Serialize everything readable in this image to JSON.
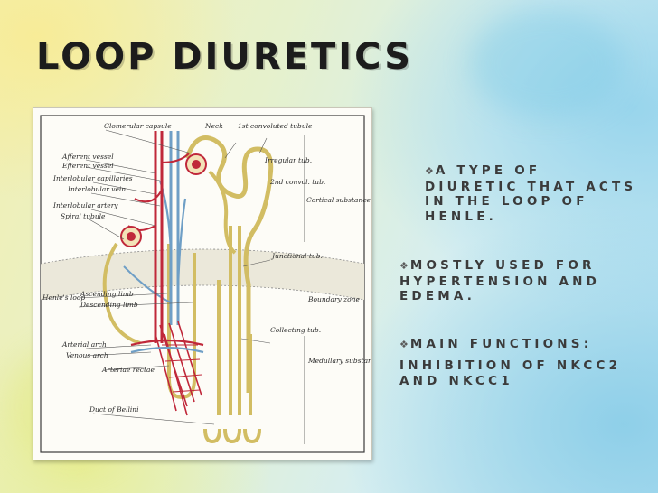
{
  "slide": {
    "title": "Loop Diuretics",
    "bullets": [
      {
        "text": "A TYPE OF DIURETIC THAT ACTS IN THE LOOP OF HENLE.",
        "marker": "diamond-bullet-icon"
      },
      {
        "text": "MOSTLY USED FOR HYPERTENSION AND EDEMA.",
        "marker": "diamond-bullet-icon"
      },
      {
        "text": "MAIN FUNCTIONS:",
        "marker": "diamond-bullet-icon"
      },
      {
        "text": "INHIBITION OF NKCC2 AND NKCC1",
        "marker": ""
      }
    ]
  },
  "figure": {
    "labels": {
      "glomerular_capsule": "Glomerular capsule",
      "neck": "Neck",
      "first_convoluted": "1st convoluted tubule",
      "afferent": "Afferent vessel",
      "efferent": "Efferent vessel",
      "interlobular_cap": "Interlobular capillaries",
      "interlobular_vein": "Interlobular vein",
      "interlobular_artery": "Interlobular artery",
      "spiral_tubule": "Spiral tubule",
      "irregular_tub": "Irregular tub.",
      "second_convol": "2nd convol. tub.",
      "cortical": "Cortical substance",
      "junctional": "Junctional tub.",
      "henles_loop": "Henle's loop",
      "ascending": "Ascending limb",
      "descending": "Descending limb",
      "boundary": "Boundary zone",
      "collecting": "Collecting tub.",
      "arterial_arch": "Arterial arch",
      "venous_arch": "Venous arch",
      "arteriae_rectae": "Arteriae rectae",
      "medullary": "Medullary substance",
      "bellini": "Duct of Bellini"
    },
    "colors": {
      "artery": "#c0283a",
      "vein": "#6f9fc6",
      "tubule": "#d2bd63",
      "ink": "#2b2b2b"
    }
  }
}
